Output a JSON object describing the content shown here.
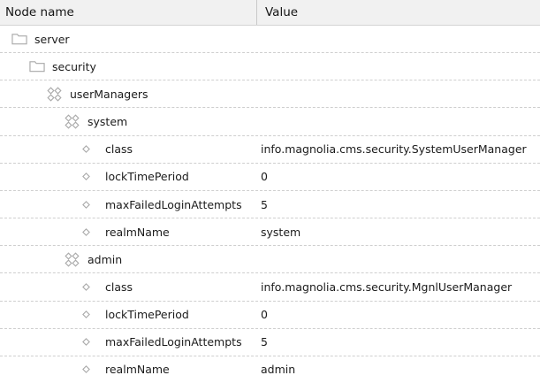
{
  "table": {
    "columns": [
      {
        "label": "Node name"
      },
      {
        "label": "Value"
      }
    ],
    "rows": [
      {
        "level": 0,
        "icon": "folder",
        "name": "server",
        "value": ""
      },
      {
        "level": 1,
        "icon": "folder",
        "name": "security",
        "value": ""
      },
      {
        "level": 2,
        "icon": "content-node",
        "name": "userManagers",
        "value": ""
      },
      {
        "level": 3,
        "icon": "content-node",
        "name": "system",
        "value": ""
      },
      {
        "level": 4,
        "icon": "property",
        "name": "class",
        "value": "info.magnolia.cms.security.SystemUserManager"
      },
      {
        "level": 4,
        "icon": "property",
        "name": "lockTimePeriod",
        "value": "0"
      },
      {
        "level": 4,
        "icon": "property",
        "name": "maxFailedLoginAttempts",
        "value": "5"
      },
      {
        "level": 4,
        "icon": "property",
        "name": "realmName",
        "value": "system"
      },
      {
        "level": 3,
        "icon": "content-node",
        "name": "admin",
        "value": ""
      },
      {
        "level": 4,
        "icon": "property",
        "name": "class",
        "value": "info.magnolia.cms.security.MgnlUserManager"
      },
      {
        "level": 4,
        "icon": "property",
        "name": "lockTimePeriod",
        "value": "0"
      },
      {
        "level": 4,
        "icon": "property",
        "name": "maxFailedLoginAttempts",
        "value": "5"
      },
      {
        "level": 4,
        "icon": "property",
        "name": "realmName",
        "value": "admin"
      }
    ]
  },
  "colors": {
    "header_bg": "#f1f1f1",
    "header_border": "#d4d4d4",
    "column_divider": "#c9c9c9",
    "row_divider_dashed": "#cfcfcf",
    "icon_stroke": "#a8a8a8",
    "text": "#1b1b1b"
  }
}
